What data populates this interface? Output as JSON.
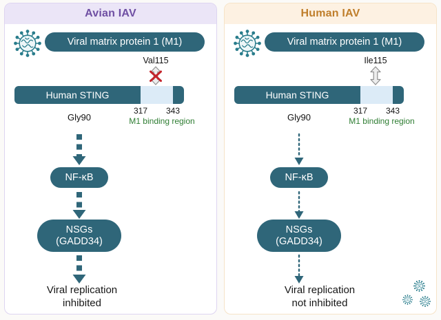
{
  "icons": {
    "virus": "influenza-virion",
    "binding": "double-headed-arrow",
    "blocked": "red-cross"
  },
  "colors": {
    "teal": "#2f6679",
    "virus_teal": "#2a7d8c",
    "sting_region_fill": "#dcebf7",
    "region_label_green": "#2e7d32",
    "avian_title": "#6f4fa3",
    "avian_header_bg": "#ebe5f7",
    "avian_border": "#ddd4f0",
    "human_title": "#bf7e2b",
    "human_header_bg": "#fdf1e2",
    "human_border": "#f6e3c7",
    "blocked_cross": "#c4242b",
    "binding_arrow_fill": "#ededed",
    "binding_arrow_stroke": "#8f8f8f"
  },
  "panels": {
    "avian": {
      "title": "Avian IAV",
      "m1_label": "Viral matrix protein 1 (M1)",
      "residue": "Val115",
      "binding": "blocked",
      "sting_label": "Human STING",
      "gly_label": "Gly90",
      "region_start": "317",
      "region_end": "343",
      "region_label": "M1 binding region",
      "nfkb": "NF-κB",
      "nsg_line1": "NSGs",
      "nsg_line2": "(GADD34)",
      "outcome_line1": "Viral replication",
      "outcome_line2": "inhibited"
    },
    "human": {
      "title": "Human IAV",
      "m1_label": "Viral matrix protein 1 (M1)",
      "residue": "Ile115",
      "binding": "allowed",
      "sting_label": "Human STING",
      "gly_label": "Gly90",
      "region_start": "317",
      "region_end": "343",
      "region_label": "M1 binding region",
      "nfkb": "NF-κB",
      "nsg_line1": "NSGs",
      "nsg_line2": "(GADD34)",
      "outcome_line1": "Viral replication",
      "outcome_line2": "not inhibited"
    }
  }
}
